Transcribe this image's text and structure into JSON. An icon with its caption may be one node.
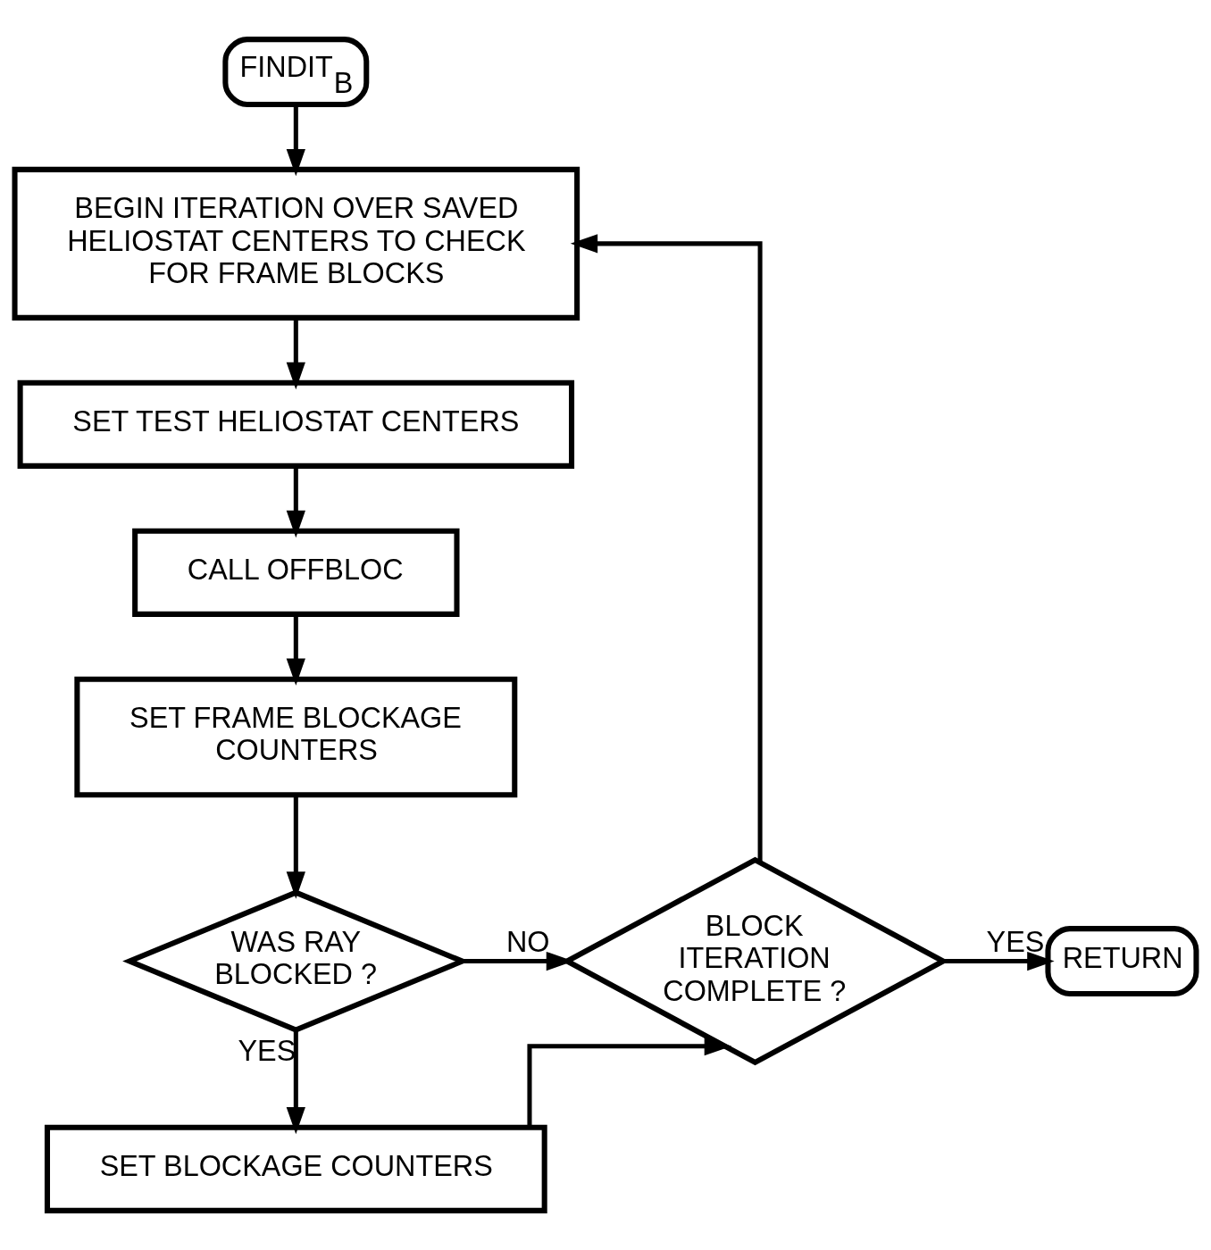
{
  "diagram": {
    "nodes": [
      {
        "text": [
          "FINDIT$_{B}$"
        ]
      },
      {
        "text": [
          "BEGIN ITERATION OVER SAVED HELIOSTAT CENTERS TO CHECK FOR FRAME BLOCKS"
        ]
      },
      {
        "text": [
          "SET TEST HELIOSTAT CENTERS"
        ]
      },
      {
        "text": [
          "CALL OFFBLOC"
        ]
      },
      {
        "text": [
          "SET FRAME BLOCKAGE COUNTERS"
        ]
      },
      {
        "text": [
          "WAS RAY BLOCKED ?"
        ]
      },
      {
        "text": [
          "BLOCK ITERATION COMPLETE ?"
        ]
      },
      {
        "text": [
          "RETURN"
        ]
      },
      {
        "text": [
          "SET BLOCKAGE COUNTERS"
        ]
      }
    ],
    "edges": [
      {
        "from": 0,
        "to": 1,
        "arrow": "to"
      },
      {
        "from": 1,
        "to": 2,
        "arrow": "to"
      },
      {
        "from": 2,
        "to": 3,
        "arrow": "to"
      },
      {
        "from": 3,
        "to": 4,
        "arrow": "to"
      },
      {
        "from": 4,
        "to": 5,
        "arrow": "to"
      },
      {
        "from": 5,
        "to": 6,
        "arrow": "to",
        "label": "NO"
      },
      {
        "from": 6,
        "to": 1,
        "arrow": "to"
      },
      {
        "from": 6,
        "to": 7,
        "arrow": "to",
        "label": "YES"
      },
      {
        "from": 5,
        "to": 8,
        "arrow": "to",
        "label": "YES"
      },
      {
        "from": 8,
        "to": 6,
        "arrow": "to"
      }
    ]
  }
}
